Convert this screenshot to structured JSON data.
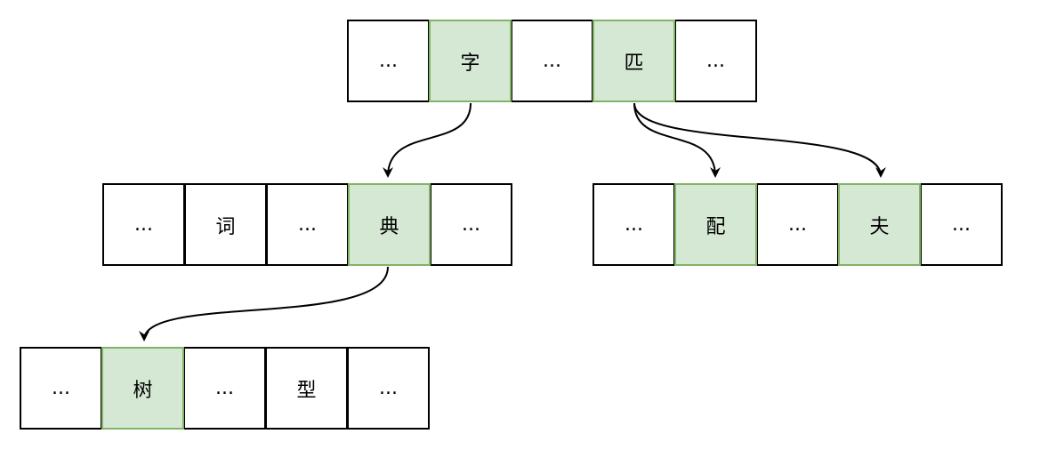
{
  "colors": {
    "highlight_fill": "#d5e8d4",
    "highlight_border": "#82b366",
    "border": "#000000",
    "edge": "#000000"
  },
  "nodes": {
    "root": {
      "cells": [
        {
          "label": "...",
          "highlight": false
        },
        {
          "label": "字",
          "highlight": true
        },
        {
          "label": "...",
          "highlight": false
        },
        {
          "label": "匹",
          "highlight": true
        },
        {
          "label": "...",
          "highlight": false
        }
      ]
    },
    "left": {
      "cells": [
        {
          "label": "...",
          "highlight": false
        },
        {
          "label": "词",
          "highlight": false
        },
        {
          "label": "...",
          "highlight": false
        },
        {
          "label": "典",
          "highlight": true
        },
        {
          "label": "...",
          "highlight": false
        }
      ]
    },
    "right": {
      "cells": [
        {
          "label": "...",
          "highlight": false
        },
        {
          "label": "配",
          "highlight": true
        },
        {
          "label": "...",
          "highlight": false
        },
        {
          "label": "夫",
          "highlight": true
        },
        {
          "label": "...",
          "highlight": false
        }
      ]
    },
    "leaf": {
      "cells": [
        {
          "label": "...",
          "highlight": false
        },
        {
          "label": "树",
          "highlight": true
        },
        {
          "label": "...",
          "highlight": false
        },
        {
          "label": "型",
          "highlight": false
        },
        {
          "label": "...",
          "highlight": false
        }
      ]
    }
  },
  "edges": [
    {
      "from": "字",
      "to": "典"
    },
    {
      "from": "匹",
      "to": "配"
    },
    {
      "from": "匹",
      "to": "夫"
    },
    {
      "from": "典",
      "to": "树"
    }
  ]
}
